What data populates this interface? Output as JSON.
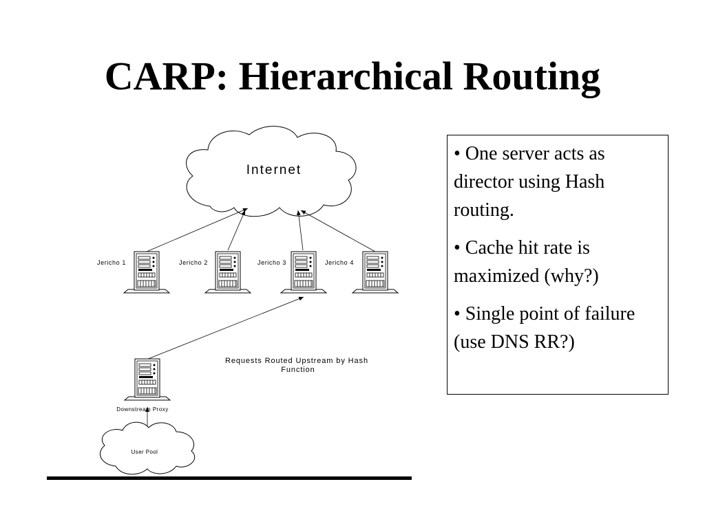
{
  "slide": {
    "title": "CARP: Hierarchical Routing"
  },
  "diagram": {
    "cloud_internet_label": "Internet",
    "servers": [
      {
        "label": "Jericho 1"
      },
      {
        "label": "Jericho 2"
      },
      {
        "label": "Jericho 3"
      },
      {
        "label": "Jericho 4"
      }
    ],
    "downstream_proxy_label": "Downstream Proxy",
    "user_pool_label": "User Pool",
    "annotation_line1": "Requests Routed Upstream by Hash",
    "annotation_line2": "Function"
  },
  "bullets": [
    "• One server acts as director using Hash routing.",
    "• Cache hit rate is maximized (why?)",
    "• Single point of failure (use DNS RR?)"
  ],
  "colors": {
    "background": "#ffffff",
    "ink": "#000000"
  }
}
